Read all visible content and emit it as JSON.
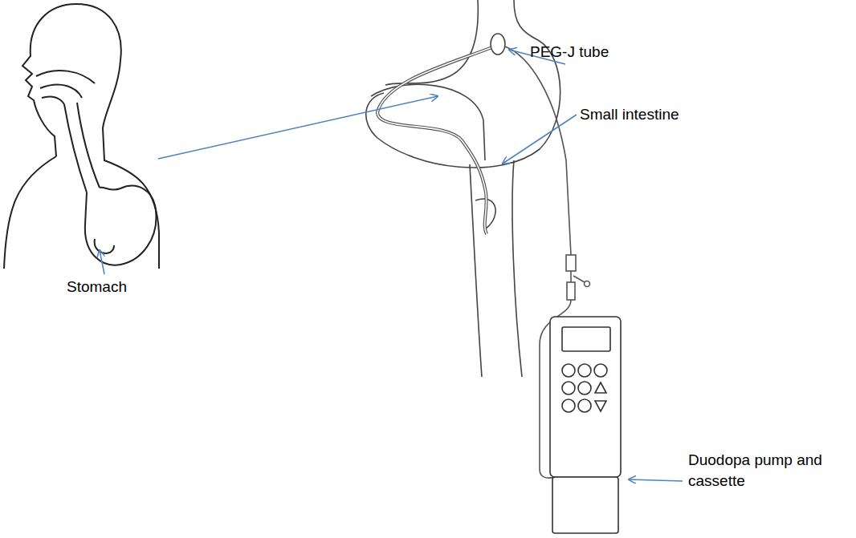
{
  "diagram": {
    "labels": [
      "PEG-J tube",
      "Small intestine",
      "Stomach",
      "Duodopa pump and cassette"
    ]
  }
}
